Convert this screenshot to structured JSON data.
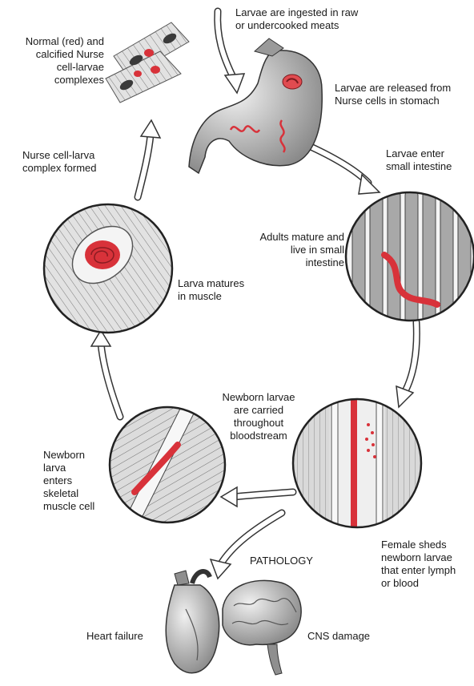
{
  "labels": {
    "ingested": "Larvae are ingested in raw\nor undercooked meats",
    "released": "Larvae are released from\nNurse cells in stomach",
    "enter_intestine": "Larvae enter\nsmall intestine",
    "adults_mature": "Adults mature and\nlive in small\nintestine",
    "female_sheds": "Female sheds\nnewborn larvae\nthat enter lymph\nor blood",
    "carried": "Newborn larvae\nare carried\nthroughout\nbloodstream",
    "enters_muscle": "Newborn\nlarva\nenters\nskeletal\nmuscle cell",
    "matures": "Larva matures\nin muscle",
    "complex_formed": "Nurse cell-larva\ncomplex formed",
    "calcified": "Normal (red) and\ncalcified Nurse\ncell-larvae\ncomplexes",
    "pathology": "PATHOLOGY",
    "heart_failure": "Heart failure",
    "cns_damage": "CNS damage"
  },
  "colors": {
    "larva": "#d8323a",
    "tissue": "#b9b9b9",
    "outline": "#2a2a2a"
  }
}
